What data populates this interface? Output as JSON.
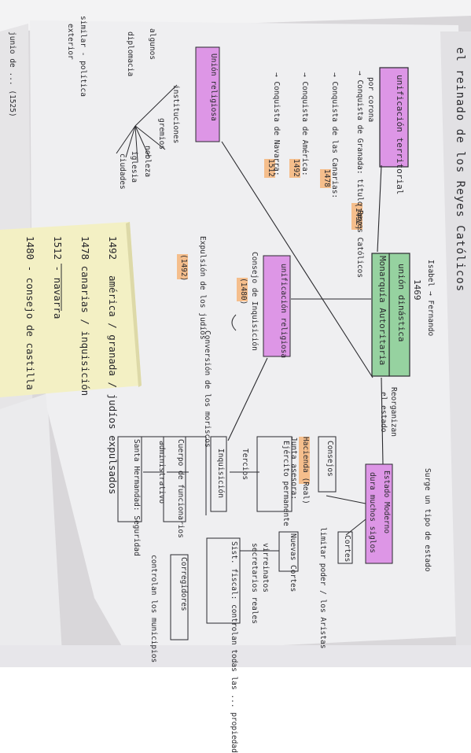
{
  "colors": {
    "paper": "#eeeef0",
    "sticky_note": "#f3f0c4",
    "highlight_pink": "#dd96e6",
    "highlight_green": "#96d2a0",
    "highlight_orange": "#f5be8c",
    "ink": "#2a2a2e",
    "background_desk": "#d9d7da"
  },
  "page": {
    "title": "el reinado de los Reyes Católicos"
  },
  "map": {
    "center_top": "Isabel  →  Fernando",
    "center_year": "1469",
    "union_dinastica": "unión dinástica",
    "monarquia_autoritaria": "Monarquía Autoritaria",
    "modern_state_lead": "Surge un tipo de estado",
    "estado_moderno": "Estado Moderno",
    "estado_moderno_sub": "dura muchos siglos",
    "reorganizan": "Reorganizan",
    "el_estado": "el estado",
    "unif_territorial": "unificación territorial",
    "por_corona": "por corona",
    "conquista_granada": "→ Conquista de Granada: título Reyes Católicos",
    "year_1492": "(1492)",
    "conquista_canarias": "→ Conquista de las Canarias:",
    "year_1478": "1478",
    "conquista_america": "→ Conquista de América:",
    "year_1492b": "1492",
    "conquista_navarra": "→ Conquista de Navarra:",
    "year_1512": "1512",
    "union_religiosa": "Unión religiosa",
    "unif_religiosa": "unificación religiosa",
    "consejo_inquisicion": "Consejo de Inquisición",
    "year_1480": "(1480)",
    "expulsion_judios": "Expulsión de los judíos",
    "year_1492c": "(1492)",
    "conversion_moriscos": "Conversión de los moriscos",
    "instituciones": "instituciones",
    "gremios": "gremios",
    "nobleza": "nobleza",
    "iglesia": "iglesia",
    "ciudades": "ciudades",
    "algunos": "algunos",
    "cortes": "Cortes",
    "limitar_poder": "limitar poder / los Aristas",
    "nuevas_cortes": "Nuevas Cortes",
    "virreinatos": "virreinatos",
    "secretarios": "secretarios reales",
    "consejos": "Consejos",
    "hacienda": "Hacienda (Real)",
    "junta_asesor": "Junta asesora: ",
    "ejercito": "Ejército permanente",
    "tercios": "Tercios",
    "inquisicion": "Inquisición",
    "cuerpo_funcionarios": "Cuerpo de funcionarios",
    "administrativo": "administrativo",
    "santa_hermandad": "Santa Hermandad: Seguridad",
    "corregidores": "Corregidores",
    "corregidores_sub": "controlan los municipios",
    "sist_fiscal": "Sist. fiscal: controlan todas las ... propiedad",
    "diplomacia": "diplomacia",
    "similar_politica": "similar - política",
    "exterior": "exterior",
    "side_years": "junio de ... (1525)"
  },
  "sticky": {
    "line1_year": "1492",
    "line1_text": "américa / granada / judíos expulsados",
    "line2": "1478 canarias / inquisición",
    "line3": "1512 - navarra",
    "line4": "1480 - consejo de castilla"
  }
}
